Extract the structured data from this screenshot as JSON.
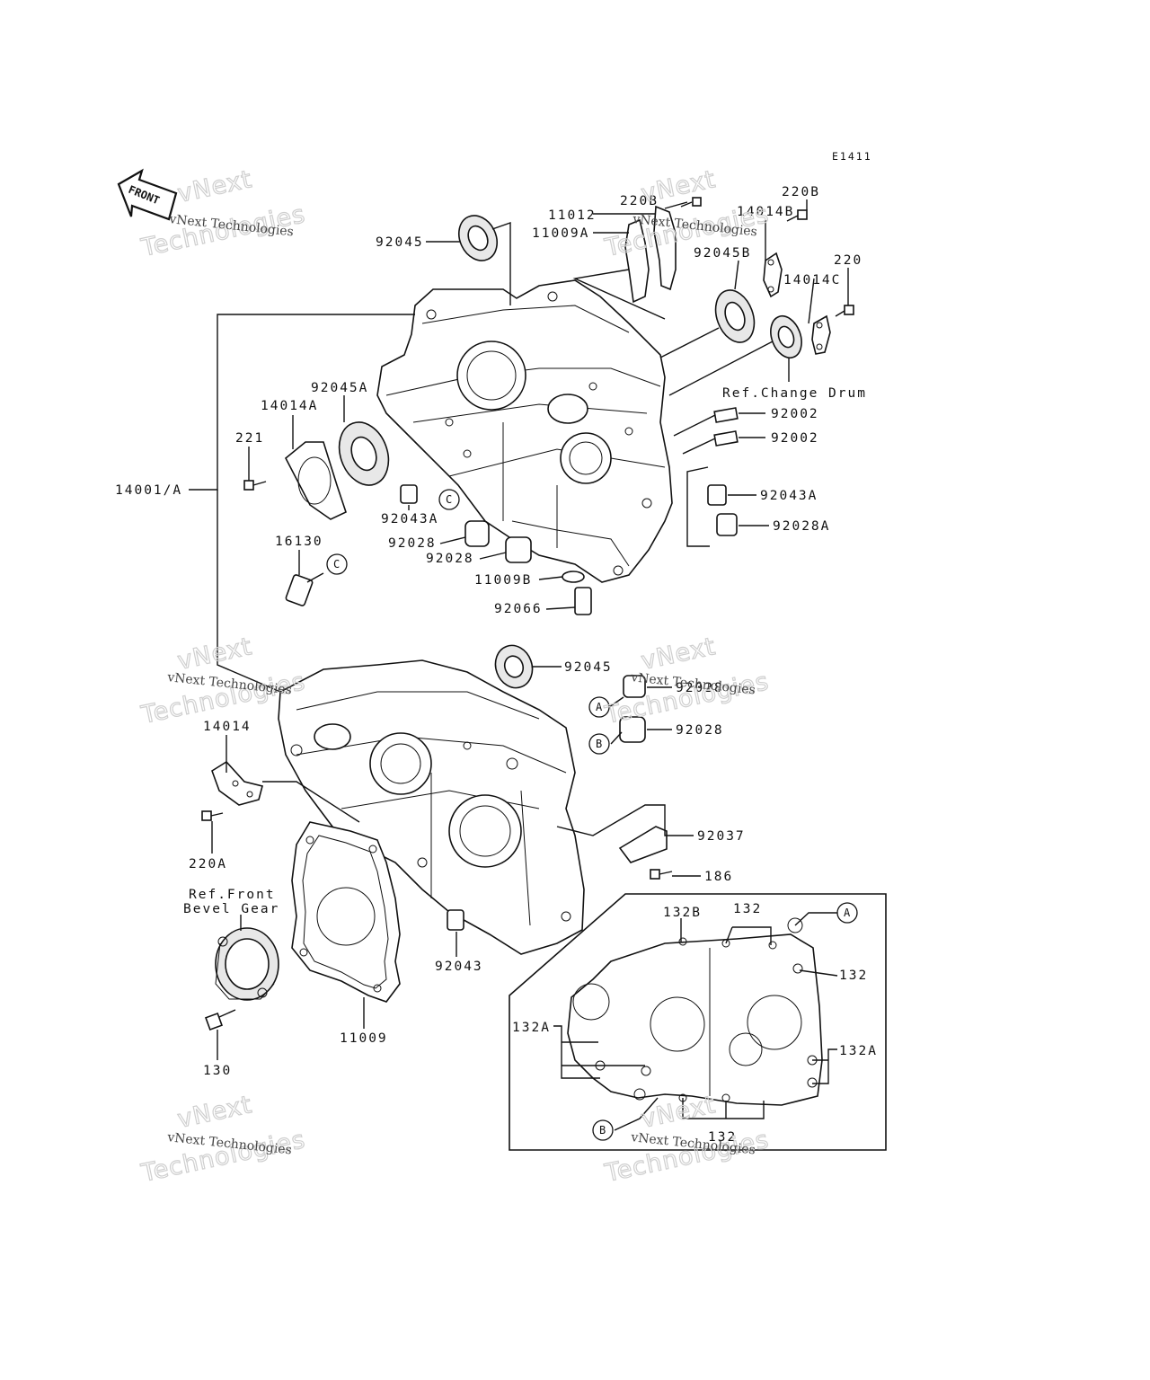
{
  "diagram": {
    "code": "E1411",
    "front_label": "FRONT",
    "watermark": {
      "outline_top": "vNext",
      "outline_bottom": "Technologies",
      "line": "vNext Technologies"
    },
    "labels": {
      "p92045_top": "92045",
      "p220b_a": "220B",
      "p11012": "11012",
      "p11009a": "11009A",
      "p220b_b": "220B",
      "p14014b": "14014B",
      "p220": "220",
      "p92045b": "92045B",
      "p14014c": "14014C",
      "ref_change_drum": "Ref.Change Drum",
      "p92002_a": "92002",
      "p92002_b": "92002",
      "p92045a": "92045A",
      "p14014a": "14014A",
      "p221": "221",
      "p14001a": "14001/A",
      "p92043a_left": "92043A",
      "p92043a_right": "92043A",
      "p92028a": "92028A",
      "p92028_a": "92028",
      "p92028_b": "92028",
      "p16130": "16130",
      "p11009b": "11009B",
      "p92066": "92066",
      "p92045_mid": "92045",
      "p92028_c": "92028",
      "p92028_d": "92028",
      "p14014": "14014",
      "p220a": "220A",
      "p92037": "92037",
      "p186": "186",
      "ref_front_1": "Ref.Front",
      "ref_front_2": "Bevel Gear",
      "p92043": "92043",
      "p11009": "11009",
      "p130": "130",
      "p132b": "132B",
      "p132_top": "132",
      "p132_right": "132",
      "p132a_left": "132A",
      "p132a_right": "132A",
      "p132_bottom": "132"
    },
    "callouts": {
      "c1": "C",
      "c2": "C",
      "a1": "A",
      "b1": "B",
      "a2": "A",
      "b2": "B"
    }
  }
}
